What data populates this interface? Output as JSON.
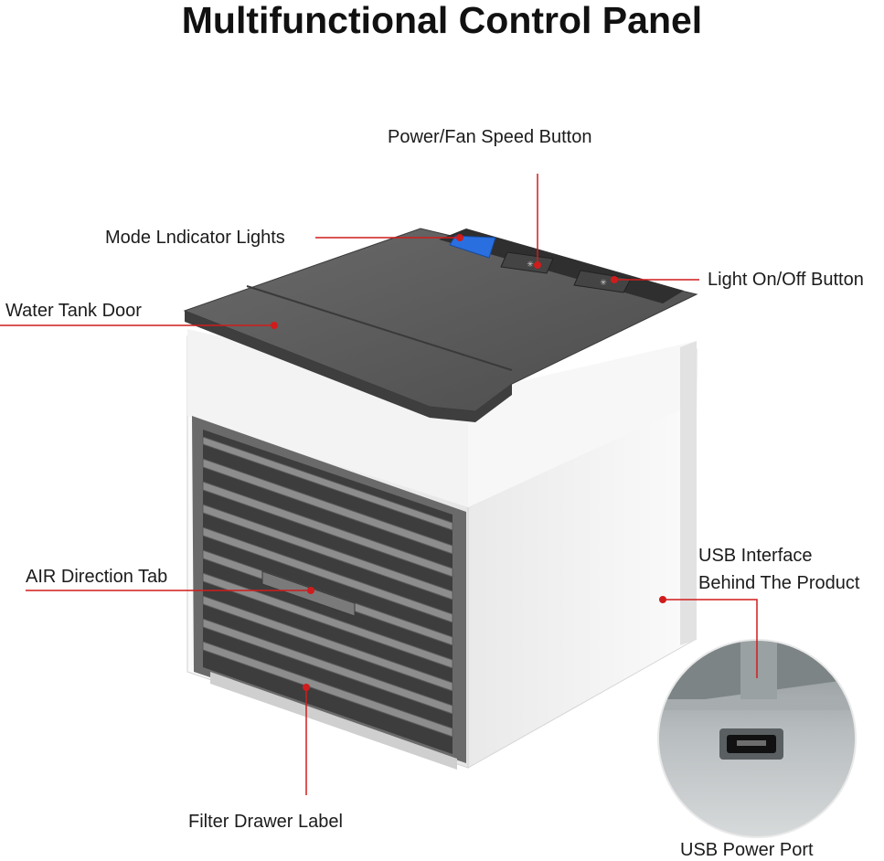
{
  "title": "Multifunctional Control Panel",
  "callouts": {
    "power_fan_speed": "Power/Fan Speed Button",
    "mode_indicator": "Mode Lndicator Lights",
    "light_onoff": "Light On/Off Button",
    "water_tank_door": "Water Tank Door",
    "air_direction": "AIR Direction Tab",
    "usb_interface_line1": "USB Interface",
    "usb_interface_line2": "Behind The Product",
    "filter_drawer": "Filter Drawer Label",
    "usb_power_port": "USB Power Port"
  },
  "colors": {
    "leader_line": "#d01c1c",
    "body_white": "#f4f4f4",
    "lid_dark": "#5a5a5a",
    "display_blue": "#2a6fe0"
  }
}
